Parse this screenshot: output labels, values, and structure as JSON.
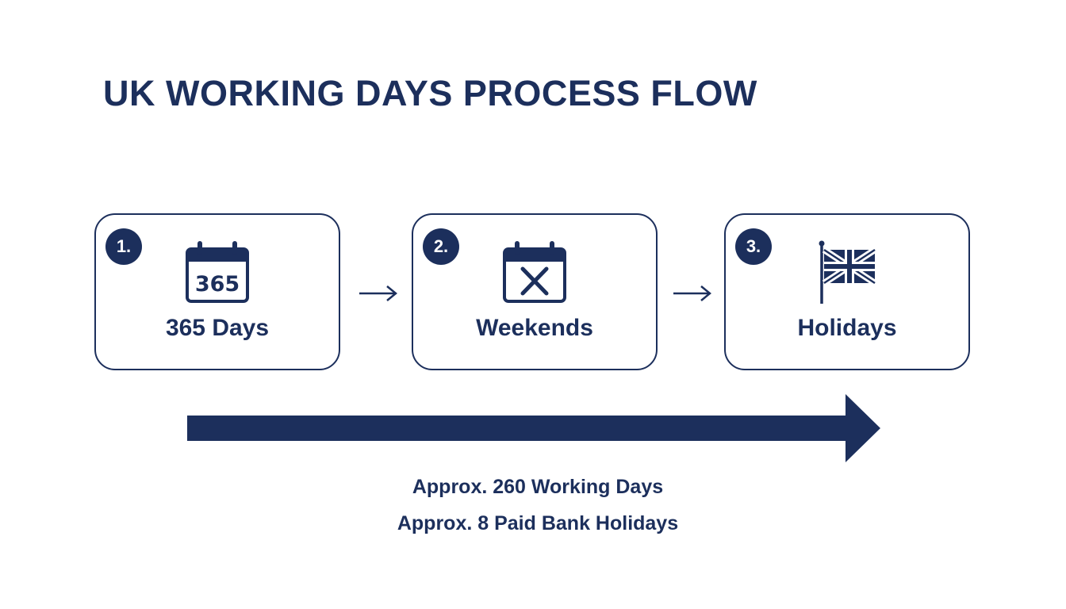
{
  "title": "UK WORKING DAYS PROCESS FLOW",
  "colors": {
    "primary": "#1c2f5c",
    "background": "#ffffff"
  },
  "steps": [
    {
      "number": "1.",
      "label": "365 Days",
      "icon": "calendar-365-icon",
      "icon_text": "365"
    },
    {
      "number": "2.",
      "label": "Weekends",
      "icon": "calendar-x-icon"
    },
    {
      "number": "3.",
      "label": "Holidays",
      "icon": "union-jack-flag-icon"
    }
  ],
  "results": [
    "Approx. 260 Working Days",
    "Approx. 8 Paid Bank Holidays"
  ]
}
